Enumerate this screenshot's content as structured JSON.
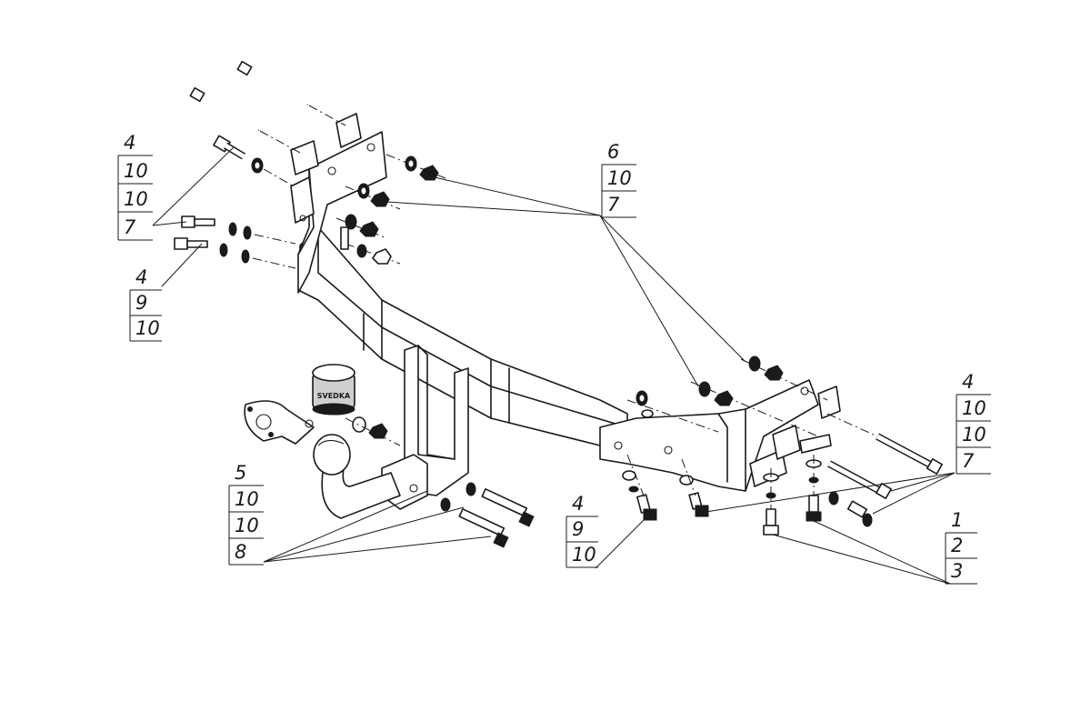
{
  "callouts": [
    {
      "id": "upper-left",
      "numbers": [
        "4",
        "10",
        "10",
        "7"
      ]
    },
    {
      "id": "mid-left",
      "numbers": [
        "4",
        "9",
        "10"
      ]
    },
    {
      "id": "upper-mid",
      "numbers": [
        "6",
        "10",
        "7"
      ]
    },
    {
      "id": "right",
      "numbers": [
        "4",
        "10",
        "10",
        "7"
      ]
    },
    {
      "id": "bottom-left",
      "numbers": [
        "5",
        "10",
        "10",
        "8"
      ]
    },
    {
      "id": "bottom-mid",
      "numbers": [
        "4",
        "9",
        "10"
      ]
    },
    {
      "id": "bottom-right",
      "numbers": [
        "1",
        "2",
        "3"
      ]
    }
  ],
  "socket_label": "SVEDKA"
}
